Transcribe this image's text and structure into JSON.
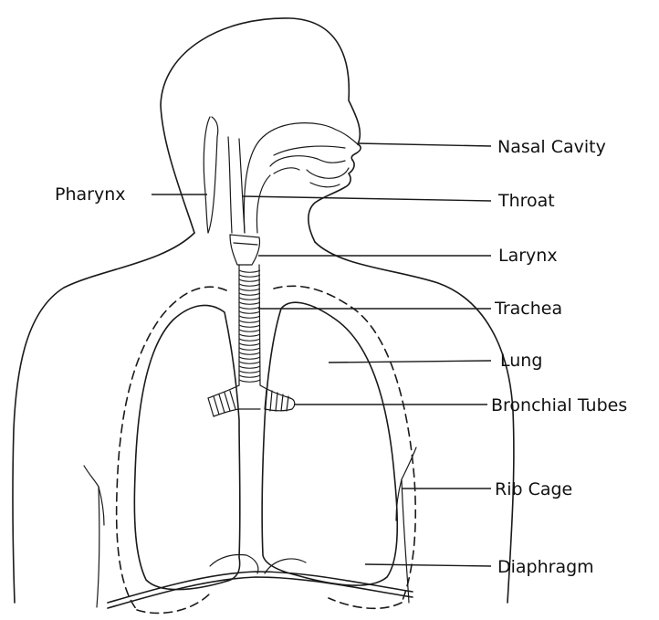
{
  "labels": {
    "nasal_cavity": "Nasal Cavity",
    "pharynx": "Pharynx",
    "throat": "Throat",
    "larynx": "Larynx",
    "trachea": "Trachea",
    "lung": "Lung",
    "bronchial_tubes": "Bronchial Tubes",
    "rib_cage": "Rib Cage",
    "diaphragm": "Diaphragm"
  },
  "colors": {
    "line": "#1a1a1a",
    "background": "#ffffff"
  }
}
